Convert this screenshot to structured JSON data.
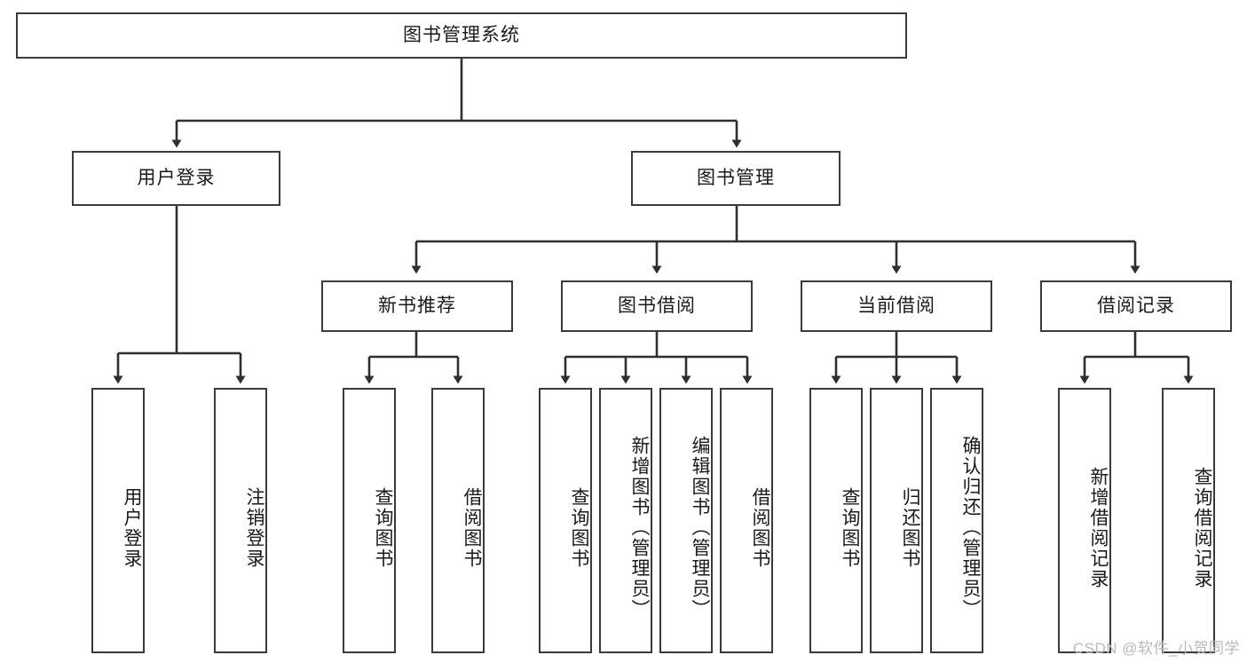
{
  "diagram": {
    "title": "图书管理系统",
    "type": "tree",
    "root": {
      "label": "图书管理系统",
      "id": "root"
    },
    "level1": [
      {
        "id": "user-login",
        "label": "用户登录"
      },
      {
        "id": "book-manage",
        "label": "图书管理"
      }
    ],
    "level2": [
      {
        "id": "new-book-recommend",
        "label": "新书推荐",
        "parent": "book-manage"
      },
      {
        "id": "book-borrow",
        "label": "图书借阅",
        "parent": "book-manage"
      },
      {
        "id": "current-borrow",
        "label": "当前借阅",
        "parent": "book-manage"
      },
      {
        "id": "borrow-record",
        "label": "借阅记录",
        "parent": "book-manage"
      }
    ],
    "leaves": [
      {
        "id": "leaf-user-login",
        "label": "用户登录",
        "parent": "user-login"
      },
      {
        "id": "leaf-logout",
        "label": "注销登录",
        "parent": "user-login"
      },
      {
        "id": "leaf-query-book-1",
        "label": "查询图书",
        "parent": "new-book-recommend"
      },
      {
        "id": "leaf-borrow-book-1",
        "label": "借阅图书",
        "parent": "new-book-recommend"
      },
      {
        "id": "leaf-query-book-2",
        "label": "查询图书",
        "parent": "book-borrow"
      },
      {
        "id": "leaf-add-book",
        "label": "新增图书（管理员）",
        "parent": "book-borrow"
      },
      {
        "id": "leaf-edit-book",
        "label": "编辑图书（管理员）",
        "parent": "book-borrow"
      },
      {
        "id": "leaf-borrow-book-2",
        "label": "借阅图书",
        "parent": "book-borrow"
      },
      {
        "id": "leaf-query-book-3",
        "label": "查询图书",
        "parent": "current-borrow"
      },
      {
        "id": "leaf-return-book",
        "label": "归还图书",
        "parent": "current-borrow"
      },
      {
        "id": "leaf-confirm-return",
        "label": "确认归还（管理员）",
        "parent": "current-borrow"
      },
      {
        "id": "leaf-add-record",
        "label": "新增借阅记录",
        "parent": "borrow-record"
      },
      {
        "id": "leaf-query-record",
        "label": "查询借阅记录",
        "parent": "borrow-record"
      }
    ]
  },
  "watermark": {
    "text": "CSDN @软件_小贺同学"
  },
  "colors": {
    "stroke": "#3a3a3a",
    "background": "#ffffff",
    "text": "#1a1a1a",
    "watermark": "#b9b9b9"
  }
}
